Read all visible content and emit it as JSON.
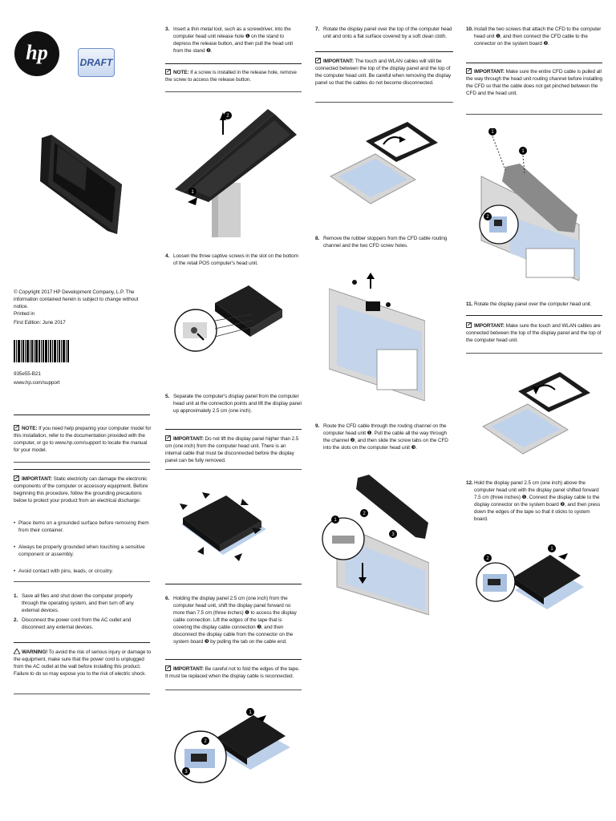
{
  "brand": {
    "logo_text": "hp",
    "draft_label": "DRAFT"
  },
  "colors": {
    "brand_black": "#111111",
    "draft_blue": "#2f5597",
    "board_blue": "#9fb6d6"
  },
  "front": {
    "copyright": "© Copyright 2017 HP Development Company, L.P. The information contained herein is subject to change without notice.",
    "printed_in": "Printed in",
    "edition": "First Edition: June 2017",
    "part_number": "935e55-B21",
    "support_url": "www.hp.com/support"
  },
  "note1": {
    "label": "NOTE:",
    "text": " If you need help preparing your computer model for this installation, refer to the documentation provided with the computer, or go to www.hp.com/support to locate the manual for your model."
  },
  "important1": {
    "label": "IMPORTANT:",
    "text": " Static electricity can damage the electronic components of the computer or accessory equipment. Before beginning this procedure, follow the grounding precautions below to protect your product from an electrical discharge:",
    "bullets": [
      "Place items on a grounded surface before removing them from their container.",
      "Always be properly grounded when touching a sensitive component or assembly.",
      "Avoid contact with pins, leads, or circuitry."
    ]
  },
  "steps_left": [
    {
      "num": "1.",
      "text": "Save all files and shut down the computer properly through the operating system, and then turn off any external devices."
    },
    {
      "num": "2.",
      "text": "Disconnect the power cord from the AC outlet and disconnect any external devices."
    }
  ],
  "warning": {
    "label": "WARNING!",
    "text": " To avoid the risk of serious injury or damage to the equipment, make sure that the power cord is unplugged from the AC outlet at the wall before installing this product. Failure to do so may expose you to the risk of electric shock."
  },
  "col2": {
    "step3": {
      "num": "3.",
      "text": "Insert a thin metal tool, such as a screwdriver, into the computer head unit release hole ❶ on the stand to depress the release button, and then pull the head unit from the stand ❷."
    },
    "note3": {
      "label": "NOTE:",
      "text": " If a screw is installed in the release hole, remove the screw to access the release button."
    },
    "step4": {
      "num": "4.",
      "text": "Loosen the three captive screws in the slot on the bottom of the retail POS computer's head unit."
    },
    "step5": {
      "num": "5.",
      "text": "Separate the computer's display panel from the computer head unit at the connection points and lift the display panel up approximately 2.5 cm (one inch)."
    },
    "important5": {
      "label": "IMPORTANT:",
      "text": " Do not lift the display panel higher than 2.5 cm (one inch) from the computer head unit. There is an internal cable that must be disconnected before the display panel can be fully removed."
    },
    "step6": {
      "num": "6.",
      "text": "Holding the display panel 2.5 cm (one inch) from the computer head unit, shift the display panel forward no more than 7.5 cm (three inches) ❶ to access the display cable connection. Lift the edges of the tape that is covering the display cable connection ❷, and then disconnect the display cable from the connector on the system board ❸ by pulling the tab on the cable end."
    },
    "important6": {
      "label": "IMPORTANT:",
      "text": " Be careful not to fold the edges of the tape. It must be replaced when the display cable is reconnected."
    }
  },
  "col3": {
    "step7": {
      "num": "7.",
      "text": "Rotate the display panel over the top of the computer head unit and onto a flat surface covered by a soft clean cloth."
    },
    "important7": {
      "label": "IMPORTANT:",
      "text": " The touch and WLAN cables will still be connected between the top of the display panel and the top of the computer head unit. Be careful when removing the display panel so that the cables do not become disconnected."
    },
    "step8": {
      "num": "8.",
      "text": "Remove the rubber stoppers from the CFD cable routing channel and the two CFD screw holes."
    },
    "step9": {
      "num": "9.",
      "text": "Route the CFD cable through the routing channel on the computer head unit ❶. Pull the cable all the way through the channel ❷, and then slide the screw tabs on the CFD into the slots on the computer head unit ❸."
    }
  },
  "col4": {
    "step10": {
      "num": "10.",
      "text": "Install the two screws that attach the CFD to the computer head unit ❶, and then connect the CFD cable to the connector on the system board ❷."
    },
    "important10": {
      "label": "IMPORTANT:",
      "text": " Make sure the entire CFD cable is pulled all the way through the head unit routing channel before installing the CFD so that the cable does not get pinched between the CFD and the head unit."
    },
    "step11": {
      "num": "11.",
      "text": "Rotate the display panel over the computer head unit."
    },
    "important11": {
      "label": "IMPORTANT:",
      "text": " Make sure the touch and WLAN cables are connected between the top of the display panel and the top of the computer head unit."
    },
    "step12": {
      "num": "12.",
      "text": "Hold the display panel 2.5 cm (one inch) above the computer head unit with the display panel shifted forward 7.5 cm (three inches) ❶. Connect the display cable to the display connector on the system board ❷, and then press down the edges of the tape so that it sticks to system board."
    }
  },
  "callouts": [
    "1",
    "2",
    "3"
  ]
}
